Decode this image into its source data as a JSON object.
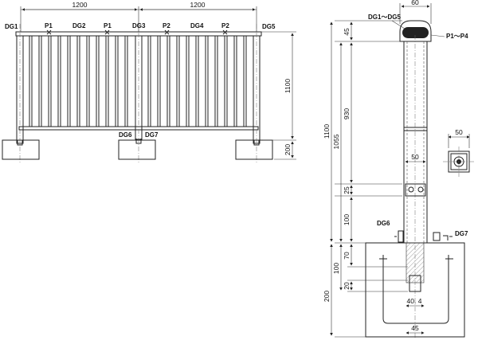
{
  "elevation": {
    "dims": {
      "span_left": "1200",
      "span_right": "1200",
      "height": "1100",
      "base": "200"
    },
    "labels": {
      "dg1": "DG1",
      "p1a": "P1",
      "dg2": "DG2",
      "p1b": "P1",
      "dg3": "DG3",
      "p2a": "P2",
      "dg4": "DG4",
      "p2b": "P2",
      "dg5": "DG5",
      "dg6": "DG6",
      "dg7": "DG7"
    }
  },
  "section": {
    "dims": {
      "top_width": "60",
      "cap_height": "45",
      "upper_post": "930",
      "total_1055": "1055",
      "total_1100": "1100",
      "post_width": "50",
      "collar": "25",
      "lower_post": "100",
      "embed_100": "100",
      "embed_70": "70",
      "embed_20": "20",
      "base_200": "200",
      "socket": "40. 4",
      "bottom_width": "45"
    },
    "labels": {
      "cap": "DG1～DG5",
      "pins": "P1～P4",
      "dg6": "DG6",
      "dg7": "DG7"
    }
  },
  "plan": {
    "dims": {
      "size": "50"
    }
  }
}
